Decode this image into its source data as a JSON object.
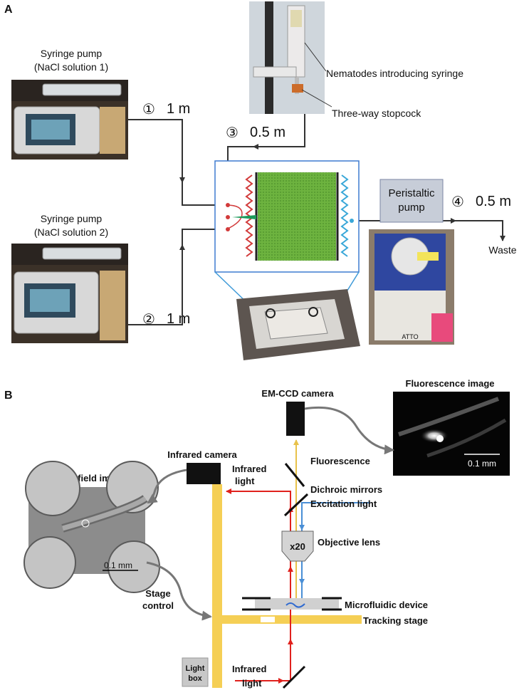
{
  "panel_a": {
    "letter": "A",
    "pump1_title": "Syringe pump",
    "pump1_sub": "(NaCl solution 1)",
    "pump2_title": "Syringe pump",
    "pump2_sub": "(NaCl solution 2)",
    "tube1_num": "①",
    "tube1_len": "1 m",
    "tube2_num": "②",
    "tube2_len": "1 m",
    "tube3_num": "③",
    "tube3_len": "0.5 m",
    "tube4_num": "④",
    "tube4_len": "0.5 m",
    "nematode_syringe": "Nematodes introducing syringe",
    "stopcock": "Three-way stopcock",
    "peristaltic_1": "Peristaltic",
    "peristaltic_2": "pump",
    "waste": "Waste",
    "pump_brand": "ATTO"
  },
  "panel_b": {
    "letter": "B",
    "em_ccd": "EM-CCD camera",
    "fluor_image": "Fluorescence image",
    "fluorescence": "Fluorescence",
    "ir_camera": "Infrared camera",
    "ir_light_1": "Infrared",
    "ir_light_2": "light",
    "brightfield": "Brightfield image",
    "dichroic": "Dichroic mirrors",
    "excitation": "Excitation light",
    "objective": "Objective lens",
    "magnification": "x20",
    "stage_control_1": "Stage",
    "stage_control_2": "control",
    "microfluidic": "Microfluidic device",
    "tracking_stage": "Tracking stage",
    "light_box_1": "Light",
    "light_box_2": "box",
    "ir_light_bottom_1": "Infrared",
    "ir_light_bottom_2": "light",
    "scale_fluor": "0.1 mm",
    "scale_bright": "0.1 mm"
  },
  "colors": {
    "infrared": "#e0211d",
    "excitation": "#4a8fd6",
    "fluorescence": "#f2d35a",
    "stage": "#f5cf55",
    "chip_green": "#6db33f",
    "chip_frame": "#3e7bd0"
  }
}
